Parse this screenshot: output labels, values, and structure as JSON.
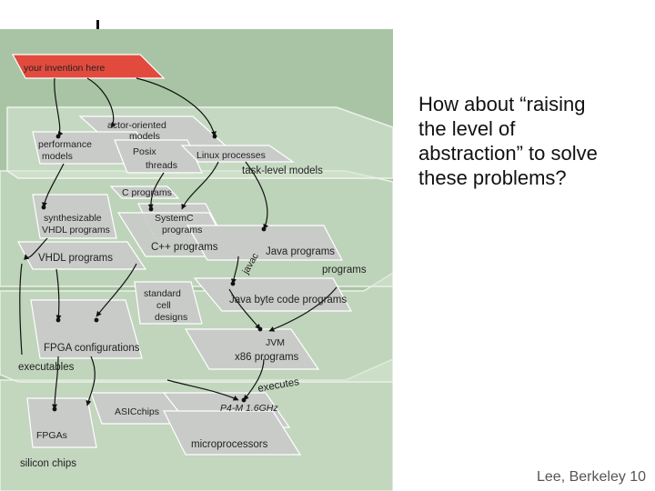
{
  "diagram": {
    "top_box": "your invention here",
    "layers": {
      "task_level": "task-level models",
      "programs": "programs",
      "executables": "executables",
      "silicon": "silicon chips"
    },
    "boxes": {
      "actor_oriented": [
        "actor-oriented",
        "models"
      ],
      "performance": [
        "performance",
        "models"
      ],
      "posix": [
        "Posix",
        "threads"
      ],
      "linux": "Linux processes",
      "c_programs": "C programs",
      "systemc": [
        "SystemC",
        "programs"
      ],
      "synth_vhdl": [
        "synthesizable",
        "VHDL programs"
      ],
      "cpp": "C++ programs",
      "java": "Java programs",
      "vhdl": "VHDL programs",
      "javac": "javac",
      "std_cell": [
        "standard",
        "cell",
        "designs"
      ],
      "java_bytecode": "Java byte code programs",
      "fpga_config": "FPGA configurations",
      "jvm": "JVM",
      "x86": "x86 programs",
      "executes": "executes",
      "asic": "ASICchips",
      "p4": "P4-M 1.6GHz",
      "fpgas": "FPGAs",
      "micro": "microprocessors"
    }
  },
  "slide": {
    "text": "How about “raising the level of abstraction” to solve these problems?",
    "text_lines": [
      "How about “raising",
      "the level of",
      "abstraction” to solve",
      "these problems?"
    ],
    "credit": "Lee, Berkeley 10"
  }
}
